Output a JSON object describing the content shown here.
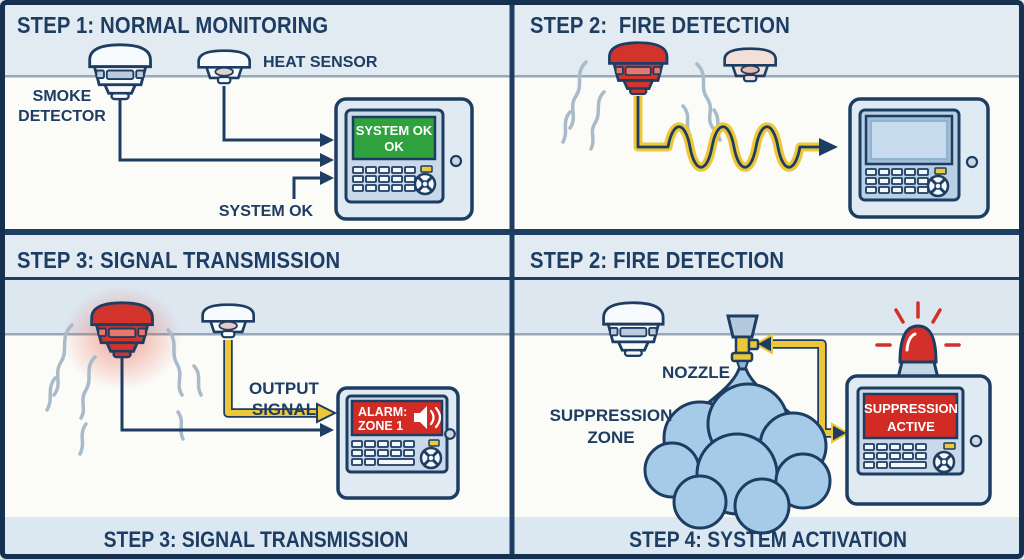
{
  "title": "Fire alarm and suppression system steps diagram",
  "colors": {
    "navy": "#1d3d63",
    "header_band": "#e2eaf2",
    "ceiling_band": "#dde7f0",
    "background_white": "#fbfbf8",
    "panel_body": "#e0eaf3",
    "panel_inner": "#c9d9e9",
    "screen_green": "#2fa23d",
    "screen_red": "#d22b24",
    "screen_blue": "#c6dcee",
    "signal_yellow": "#ecc838",
    "cloud_blue": "#a6cbe9",
    "detector_red": "#d2342c",
    "smoke_gray": "#a9bac9",
    "caption_band": "#dce8f1"
  },
  "step1": {
    "header": "STEP 1: NORMAL MONITORING",
    "smoke_detector_label": [
      "SMOKE",
      "DETECTOR"
    ],
    "heat_sensor_label": "HEAT SENSOR",
    "system_ok_label": "SYSTEM OK",
    "screen_lines": [
      "SYSTEM OK",
      "OK"
    ]
  },
  "step2": {
    "header": "STEP 2:  FIRE DETECTION"
  },
  "step3": {
    "header": "STEP 3: SIGNAL TRANSMISSION",
    "output_signal_label": [
      "OUTPUT",
      "SIGNAL"
    ],
    "screen_lines": [
      "ALARM:",
      "ZONE 1"
    ],
    "caption": "STEP 3: SIGNAL TRANSMISSION"
  },
  "step4": {
    "header": "STEP 2: FIRE DETECTION",
    "nozzle_label": "NOZZLE",
    "suppression_zone_label": [
      "SUPPRESSION",
      "ZONE"
    ],
    "screen_lines": [
      "SUPPRESSION",
      "ACTIVE"
    ],
    "caption": "STEP 4: SYSTEM ACTIVATION"
  }
}
